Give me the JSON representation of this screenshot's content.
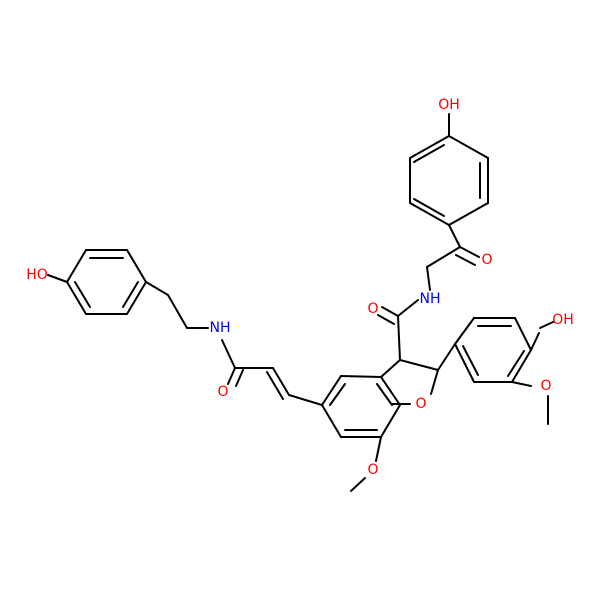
{
  "colors": {
    "bond": "#000000",
    "oxygen": "#ff0000",
    "nitrogen": "#0000ff",
    "background": "#ffffff"
  },
  "atom_labels": {
    "oh_top": "OH",
    "ketone_o": "O",
    "amide_nh_right": "NH",
    "amide_o_right": "O",
    "oh_right": "OH",
    "ome_o_right": "O",
    "ring_o": "O",
    "ome_o_bottom": "O",
    "amide_o_left": "O",
    "amide_nh_left": "NH",
    "oh_left": "HO"
  }
}
